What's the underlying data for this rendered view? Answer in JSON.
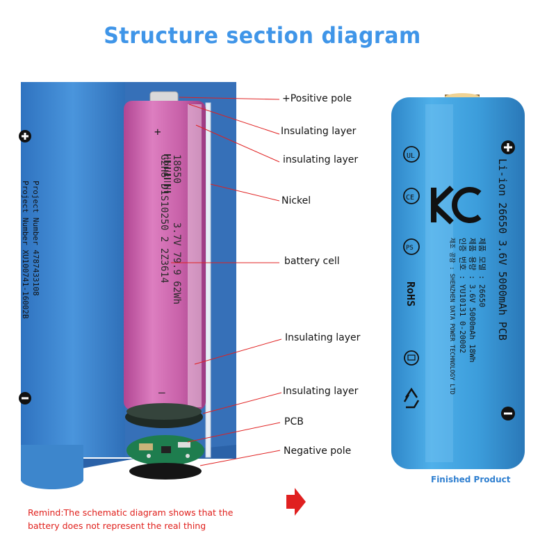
{
  "title": "Structure section diagram",
  "callouts": {
    "positive_pole": "+Positive pole",
    "insulating_layer_1": "Insulating layer",
    "insulating_layer_2": "insulating layer",
    "nickel": "Nickel",
    "battery_cell": "battery cell",
    "insulating_layer_3": "Insulating layer",
    "insulating_layer_4": "Insulating layer",
    "pcb": "PCB",
    "negative_pole": "Negative pole"
  },
  "remind": "Remind:The schematic diagram shows that the battery does not represent the real thing",
  "finished_label": "Finished Product",
  "wrap_print": {
    "project_line_1": "Project Number 4787433108",
    "project_line_2": "Project Number XU100741-16002B"
  },
  "inner_cell_print": {
    "line_1": "18650",
    "line_2": "3.7V  79.9 62Wh",
    "line_3": "G2H6  D1S10250 2  2Z3614"
  },
  "product_print": {
    "spec_line": "Li-ion 26650 3.6V 5000mAh PCB",
    "korean_line_1": "제품 모델 : 26650",
    "korean_line_2": "제품 용량 : 3.6V 5000mAh 18Wh",
    "korean_line_3": "인증 번호 : YU10131 0-20002",
    "korean_line_4": "제조 공장 : SHENZHEN DATA POWER TECHNOLOGY LTD",
    "rohs": "RoHS",
    "ce": "CE"
  },
  "colors": {
    "title": "#3f95e8",
    "callout_line": "#e02020",
    "remind": "#e0201c",
    "wrap_blue": "#3a86d2",
    "inner_cell_pink": "#c85fa8",
    "product_blue": "#3b9bd8",
    "arrow": "#e02020"
  }
}
